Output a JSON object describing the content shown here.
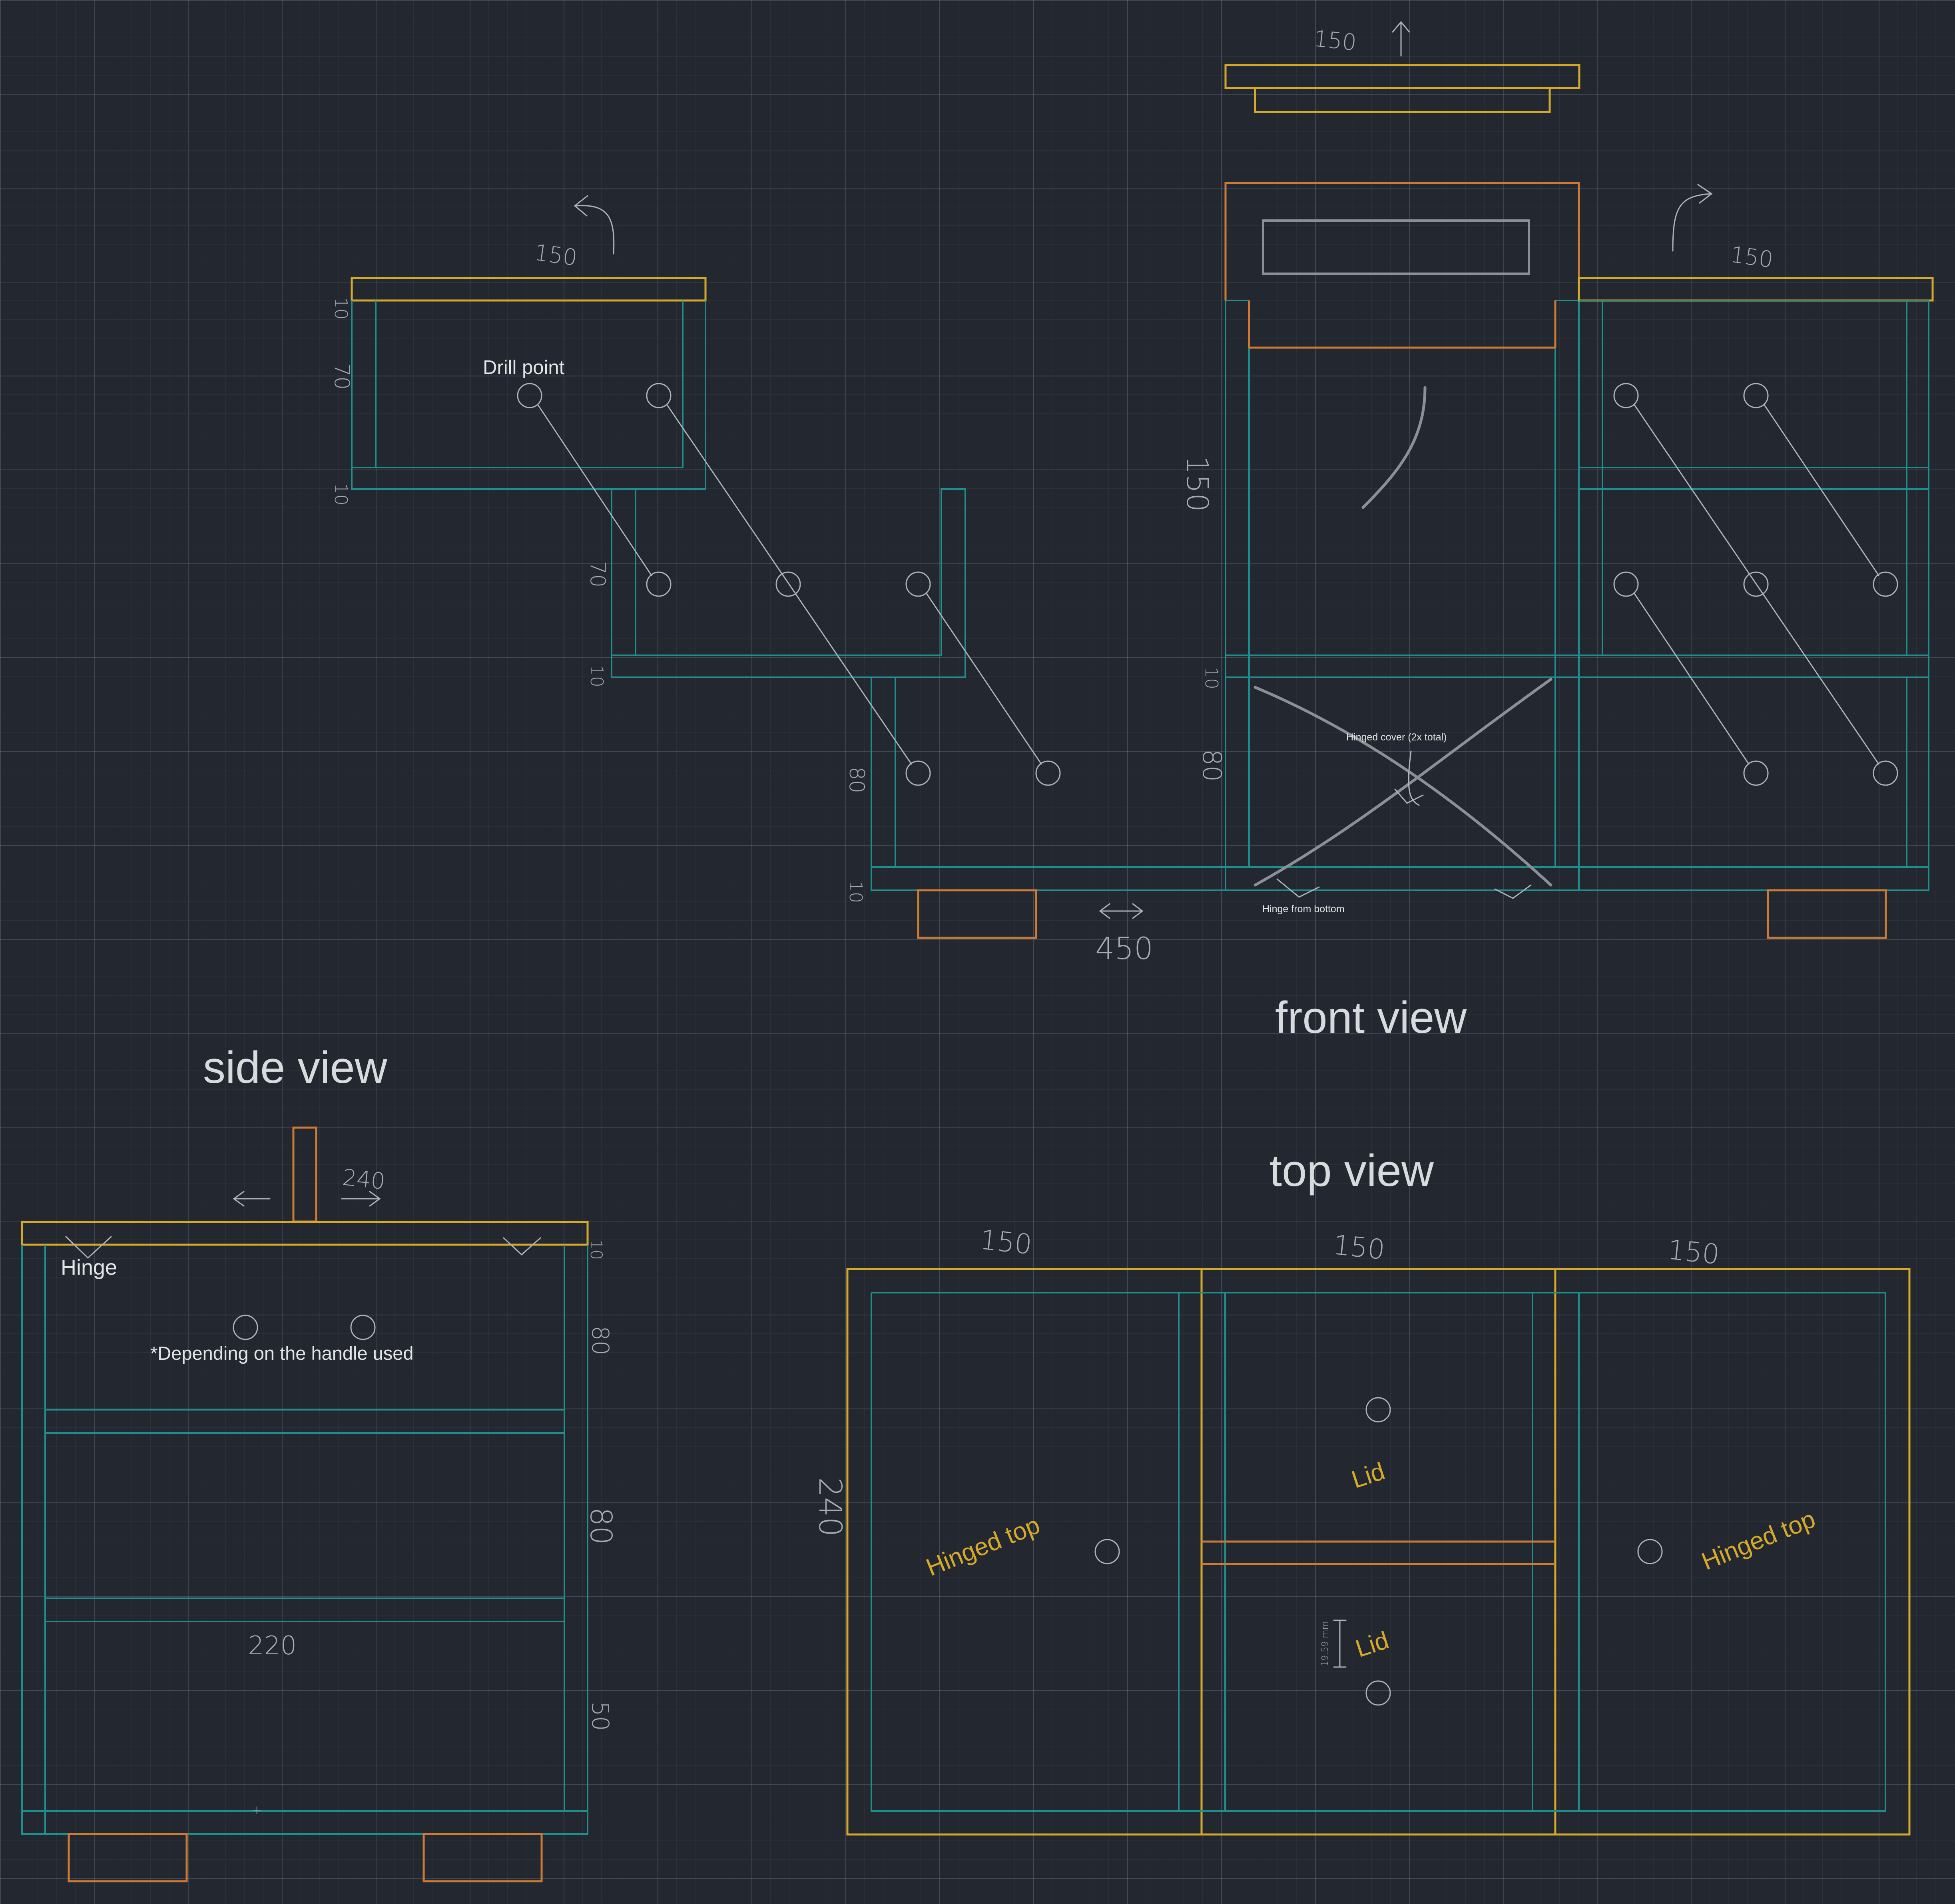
{
  "titles": {
    "side_view": "side view",
    "front_view": "front view",
    "top_view": "top view"
  },
  "labels": {
    "drill_point": "Drill point",
    "hinged_cover": "Hinged cover (2x total)",
    "hinge_from_bottom": "Hinge from bottom",
    "hinge": "Hinge",
    "depending_handle": "*Depending on the handle used",
    "hinged_top_left": "Hinged top",
    "hinged_top_right": "Hinged top",
    "lid_top": "Lid",
    "lid_bottom": "Lid",
    "measure_small": "19.59 mm"
  },
  "dimensions": {
    "front_top_150": "150",
    "left_top_150": "150",
    "right_top_150": "150",
    "dim_10_a": "10",
    "dim_70_a": "70",
    "dim_10_b": "10",
    "dim_70_b": "70",
    "dim_10_c": "10",
    "dim_80_a": "80",
    "dim_10_d": "10",
    "dim_150": "150",
    "dim_10_e": "10",
    "dim_80_b": "80",
    "width_450": "450",
    "side_240": "240",
    "side_10": "10",
    "side_80_a": "80",
    "side_80_b": "80",
    "side_50": "50",
    "side_220": "220",
    "top_150_a": "150",
    "top_150_b": "150",
    "top_150_c": "150",
    "top_240": "240"
  },
  "colors": {
    "background": "#232830",
    "panel_teal": "#1e8e8e",
    "lid_yellow": "#d6a92a",
    "feet_orange": "#cf7a34",
    "annotation_gray": "#aeb4bb"
  }
}
